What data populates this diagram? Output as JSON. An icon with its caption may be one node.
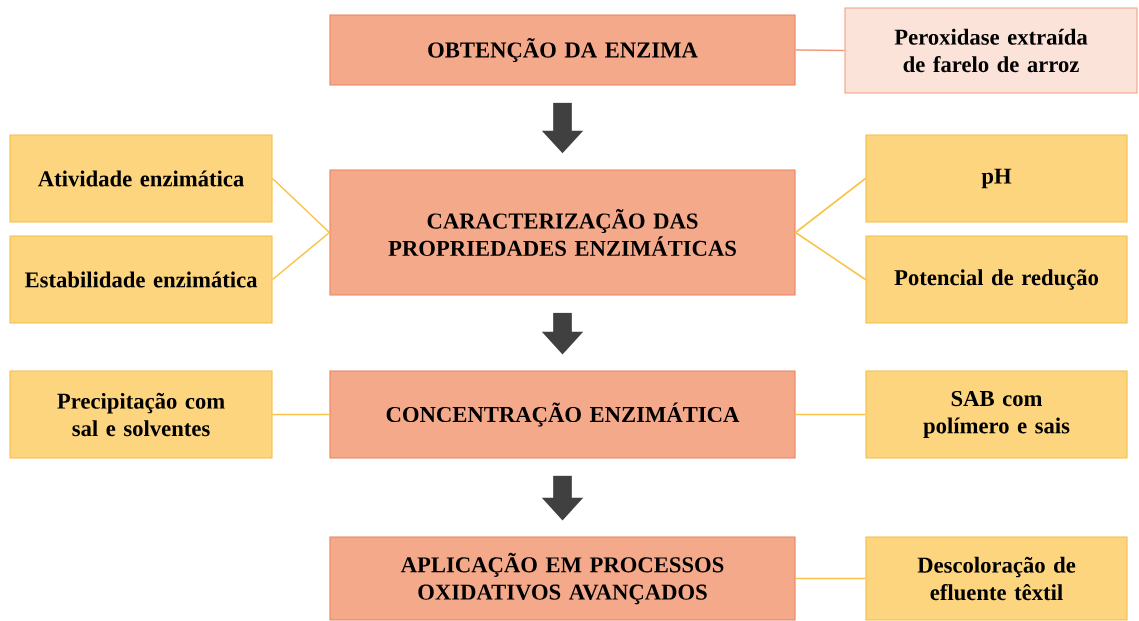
{
  "diagram": {
    "nodes": [
      {
        "text": [
          "OBTENÇÃO DA ENZIMA"
        ]
      },
      {
        "text": [
          "Peroxidase extraída de farelo de arroz"
        ]
      },
      {
        "text": [
          "Atividade enzimática"
        ]
      },
      {
        "text": [
          "Estabilidade enzimática"
        ]
      },
      {
        "text": [
          "CARACTERIZAÇÃO DAS PROPRIEDADES ENZIMÁTICAS"
        ]
      },
      {
        "text": [
          "pH"
        ]
      },
      {
        "text": [
          "Potencial de redução"
        ]
      },
      {
        "text": [
          "Precipitação com sal e solventes"
        ]
      },
      {
        "text": [
          "CONCENTRAÇÃO ENZIMÁTICA"
        ]
      },
      {
        "text": [
          "SAB com polímero e sais"
        ]
      },
      {
        "text": [
          "APLICAÇÃO EM PROCESSOS OXIDATIVOS AVANÇADOS"
        ]
      },
      {
        "text": [
          "Descoloração de efluente têxtil"
        ]
      }
    ],
    "edges": [
      {
        "from": 0,
        "to": 1,
        "arrow": "none",
        "color": "#ef9a7a"
      },
      {
        "from": 0,
        "to": 4,
        "arrow": "to",
        "style": "thick",
        "color": "#404040"
      },
      {
        "from": 4,
        "to": 2,
        "arrow": "none"
      },
      {
        "from": 4,
        "to": 3,
        "arrow": "none"
      },
      {
        "from": 4,
        "to": 5,
        "arrow": "none"
      },
      {
        "from": 4,
        "to": 6,
        "arrow": "none"
      },
      {
        "from": 4,
        "to": 8,
        "arrow": "to",
        "style": "thick",
        "color": "#404040"
      },
      {
        "from": 8,
        "to": 7,
        "arrow": "none"
      },
      {
        "from": 8,
        "to": 9,
        "arrow": "none"
      },
      {
        "from": 8,
        "to": 10,
        "arrow": "to",
        "style": "thick",
        "color": "#404040"
      },
      {
        "from": 10,
        "to": 11,
        "arrow": "none"
      }
    ]
  }
}
